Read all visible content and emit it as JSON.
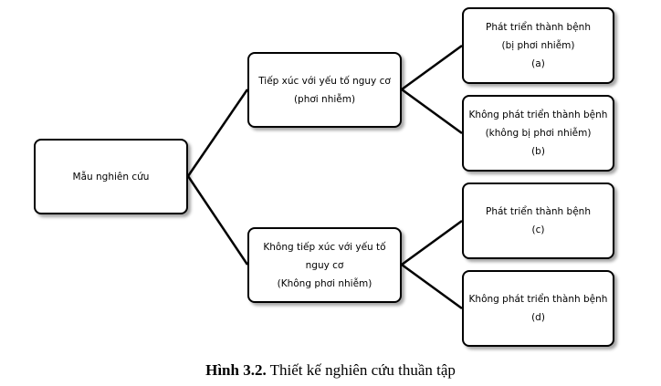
{
  "root": {
    "label": "Mẫu nghiên cứu"
  },
  "exposed": {
    "lines": [
      "Tiếp xúc với yếu tố nguy cơ",
      "(phơi nhiễm)"
    ]
  },
  "unexposed": {
    "lines": [
      "Không tiếp xúc với yếu tố",
      "nguy cơ",
      "(Không phơi nhiễm)"
    ]
  },
  "outcome_a": {
    "lines": [
      "Phát triển thành bệnh",
      "(bị phơi nhiễm)",
      "(a)"
    ]
  },
  "outcome_b": {
    "lines": [
      "Không phát triển thành bệnh",
      "(không bị phơi nhiễm)",
      "(b)"
    ]
  },
  "outcome_c": {
    "lines": [
      "Phát triển thành bệnh",
      "(c)"
    ]
  },
  "outcome_d": {
    "lines": [
      "Không phát triển thành bệnh",
      "(d)"
    ]
  },
  "caption": {
    "figure_label": "Hình 3.2.",
    "text": " Thiết kế nghiên cứu thuần tập"
  },
  "colors": {
    "stroke": "#000000",
    "fill": "#ffffff"
  }
}
